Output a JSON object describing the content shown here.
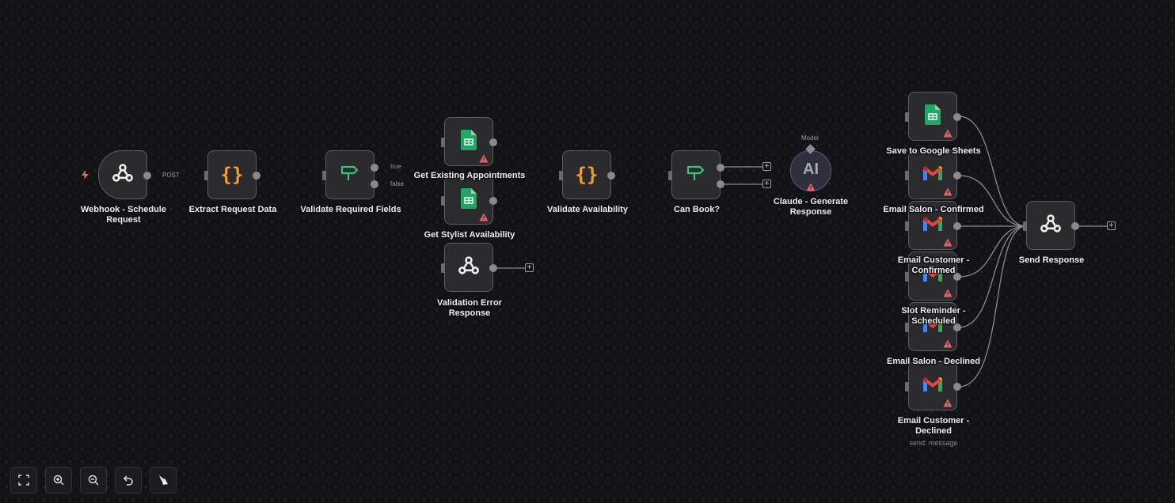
{
  "canvas": {
    "nodes": {
      "webhook": {
        "label": "Webhook - Schedule Request",
        "method": "POST"
      },
      "extract": {
        "label": "Extract Request Data"
      },
      "validate_fields": {
        "label": "Validate Required Fields",
        "out_true": "true",
        "out_false": "false"
      },
      "get_existing": {
        "label": "Get Existing Appointments"
      },
      "get_stylist": {
        "label": "Get Stylist Availability"
      },
      "validation_error": {
        "label": "Validation Error Response"
      },
      "validate_availability": {
        "label": "Validate Availability"
      },
      "can_book": {
        "label": "Can Book?"
      },
      "claude": {
        "label": "Claude - Generate Response",
        "port": "Model",
        "glyph": "AI"
      },
      "save_sheets": {
        "label": "Save to Google Sheets"
      },
      "email_salon_confirmed": {
        "label": "Email Salon - Confirmed"
      },
      "email_customer_confirmed": {
        "label": "Email Customer - Confirmed"
      },
      "sms_reminder": {
        "label": "Slot Reminder - Scheduled"
      },
      "email_salon_declined": {
        "label": "Email Salon - Declined"
      },
      "email_customer_declined": {
        "label": "Email Customer - Declined",
        "subtitle": "send: message"
      },
      "send_response": {
        "label": "Send Response"
      }
    },
    "plus": "+"
  },
  "toolbar": [
    "zoom-to-fit",
    "zoom-in",
    "zoom-out",
    "undo",
    "tidy-up"
  ],
  "colors": {
    "background": "#141418",
    "node": "#2b2b2d",
    "warning": "#e5636b",
    "sheets": "#23a566",
    "code": "#f0a030",
    "if": "#3ec27c"
  }
}
